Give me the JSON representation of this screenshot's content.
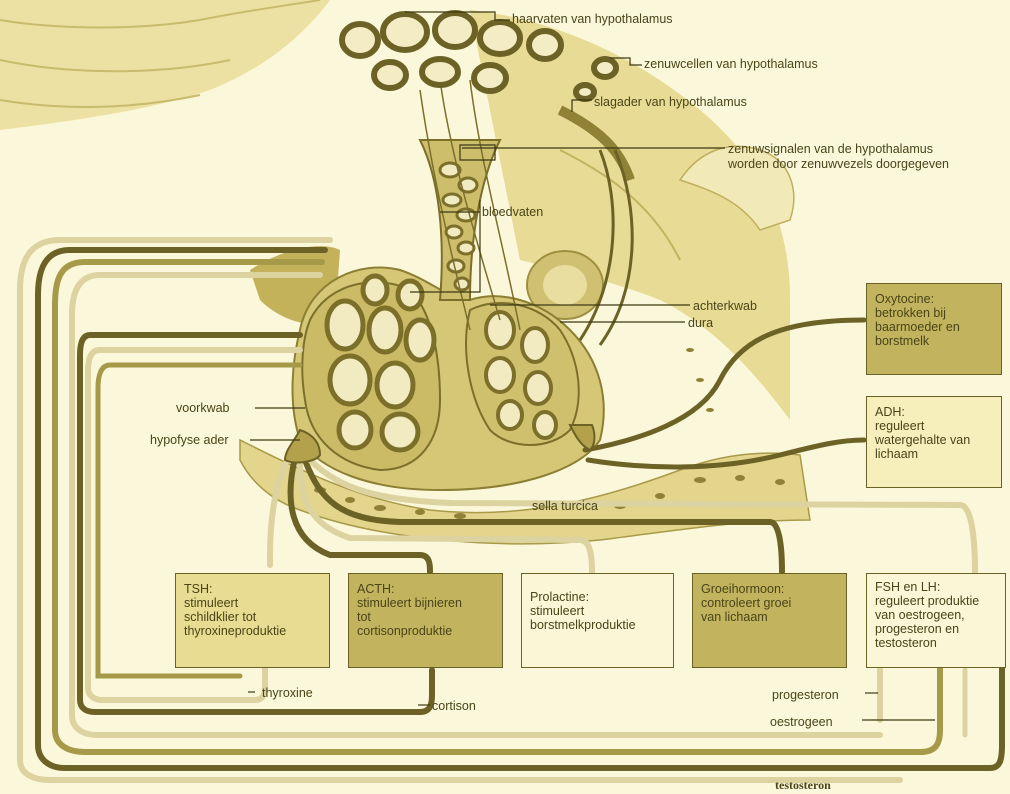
{
  "colors": {
    "background": "#fbf7da",
    "tissue_light": "#eee3a4",
    "tissue_mid": "#d8ca78",
    "tissue_dark": "#b3a24b",
    "vessel_dark": "#6d6226",
    "vessel_mid": "#a69a48",
    "vessel_light": "#dcd3a0",
    "ink": "#4a4418"
  },
  "anatomy_labels": {
    "haarvaten": "haarvaten van hypothalamus",
    "zenuwcellen": "zenuwcellen van hypothalamus",
    "slagader": "slagader van hypothalamus",
    "zenuwsignalen_1": "zenuwsignalen van de hypothalamus",
    "zenuwsignalen_2": "worden door zenuwvezels doorgegeven",
    "bloedvaten": "bloedvaten",
    "achterkwab": "achterkwab",
    "dura": "dura",
    "voorkwab": "voorkwab",
    "hypofyse_ader": "hypofyse ader",
    "sella_turcica": "sella turcica"
  },
  "hormone_boxes": {
    "oxytocine": [
      "Oxytocine:",
      "betrokken bij",
      "baarmoeder en",
      "borstmelk"
    ],
    "adh": [
      "ADH:",
      "reguleert",
      "watergehalte van",
      "lichaam"
    ],
    "tsh": [
      "TSH:",
      "stimuleert",
      "schildklier tot",
      "thyroxineproduktie"
    ],
    "acth": [
      "ACTH:",
      "stimuleert bijnieren",
      "tot",
      "cortisonproduktie"
    ],
    "prolactine": [
      "Prolactine:",
      "stimuleert",
      "borstmelkproduktie"
    ],
    "groeihormoon": [
      "Groeihormoon:",
      "controleert groei",
      "van lichaam"
    ],
    "fsh_lh": [
      "FSH en LH:",
      "reguleert produktie",
      "van oestrogeen,",
      "progesteron en",
      "testosteron"
    ]
  },
  "feedback_labels": {
    "thyroxine": "thyroxine",
    "cortison": "cortison",
    "progesteron": "progesteron",
    "oestrogeen": "oestrogeen",
    "testosteron": "testosteron"
  }
}
